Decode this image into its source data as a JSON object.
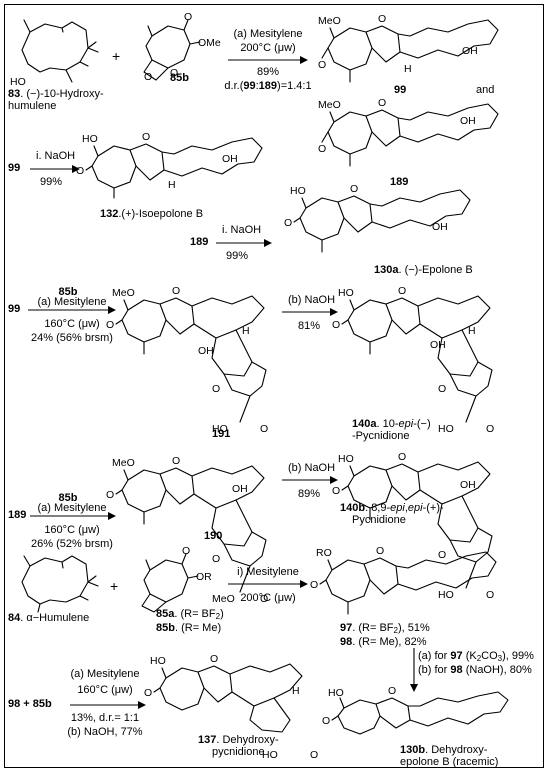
{
  "compounds": {
    "c83": {
      "num": "83",
      "name": ". (−)-10-Hydroxy-",
      "name2": "humulene"
    },
    "c85b_top": {
      "num": "85b"
    },
    "c99": {
      "num": "99"
    },
    "and": "and",
    "c189": {
      "num": "189"
    },
    "c132": {
      "num": "132",
      "name": ".(+)-Isoepolone B"
    },
    "c130a": {
      "num": "130a",
      "name": ". (−)-Epolone B"
    },
    "c191": {
      "num": "191"
    },
    "c140a": {
      "num": "140a",
      "name": ". 10-",
      "epi": "epi",
      "name_b": "-(−)",
      "name2": "-Pycnidione"
    },
    "c190": {
      "num": "190"
    },
    "c140b": {
      "num": "140b",
      "name": ". 8,9-",
      "epi1": "epi",
      "comma": ",",
      "epi2": "epi",
      "name_b": "-(+)-",
      "name2": "Pycnidione"
    },
    "c84": {
      "num": "84",
      "name": ". α−Humulene"
    },
    "c85a": {
      "num": "85a",
      "name": ". (R= BF",
      "sub": "2",
      "close": ")"
    },
    "c85b_low": {
      "num": "85b",
      "name": ". (R= Me)"
    },
    "c97": {
      "num": "97",
      "name": ". (R= BF",
      "sub": "2",
      "close": "), 51%"
    },
    "c98": {
      "num": "98",
      "name": ". (R= Me), 82%"
    },
    "c137": {
      "num": "137",
      "name": ". Dehydroxy-",
      "name2": "pycnidione"
    },
    "c130b": {
      "num": "130b",
      "name": ". Dehydroxy-",
      "name2": "epolone B (racemic)"
    }
  },
  "reactions": {
    "r1": {
      "l1": "(a) Mesitylene",
      "l2": "200°C (μw)",
      "l3": "89%",
      "l4a": "d.r.(",
      "l4b": "99",
      "l4c": ":",
      "l4d": "189",
      "l4e": ")=1.4:1"
    },
    "r2": {
      "sub": "99",
      "l1": "i. NaOH",
      "l2": "99%"
    },
    "r3": {
      "sub": "189",
      "l1": "i. NaOH",
      "l2": "99%"
    },
    "r4": {
      "sub": "99",
      "reag": "85b",
      "l1": "(a) Mesitylene",
      "l2": "160°C (μw)",
      "l3": "24% (56% brsm)"
    },
    "r5": {
      "l1": "(b) NaOH",
      "l2": "81%"
    },
    "r6": {
      "sub": "189",
      "reag": "85b",
      "l1": "(a) Mesitylene",
      "l2": "160°C (μw)",
      "l3": "26% (52% brsm)"
    },
    "r7": {
      "l1": "(b) NaOH",
      "l2": "89%"
    },
    "r8": {
      "l1": "i) Mesitylene",
      "l2": "200°C (μw)"
    },
    "r9": {
      "l1": "(a) for ",
      "l1b": "97",
      "l1c": " (K",
      "l1sub": "2",
      "l1d": "CO",
      "l1sub2": "3",
      "l1e": "), 99%",
      "l2": "(b) for ",
      "l2b": "98",
      "l2c": " (NaOH), 80%"
    },
    "r10": {
      "sub": "98 + 85b",
      "l1": "(a) Mesitylene",
      "l2": "160°C (μw)",
      "l3": "13%, d.r.= 1:1",
      "l4": "(b) NaOH, 77%"
    }
  },
  "labels": {
    "plus": "+",
    "HO": "HO",
    "OH": "OH",
    "O": "O",
    "OMe": "OMe",
    "MeO": "MeO",
    "H": "H",
    "OR": "OR",
    "RO": "RO"
  }
}
